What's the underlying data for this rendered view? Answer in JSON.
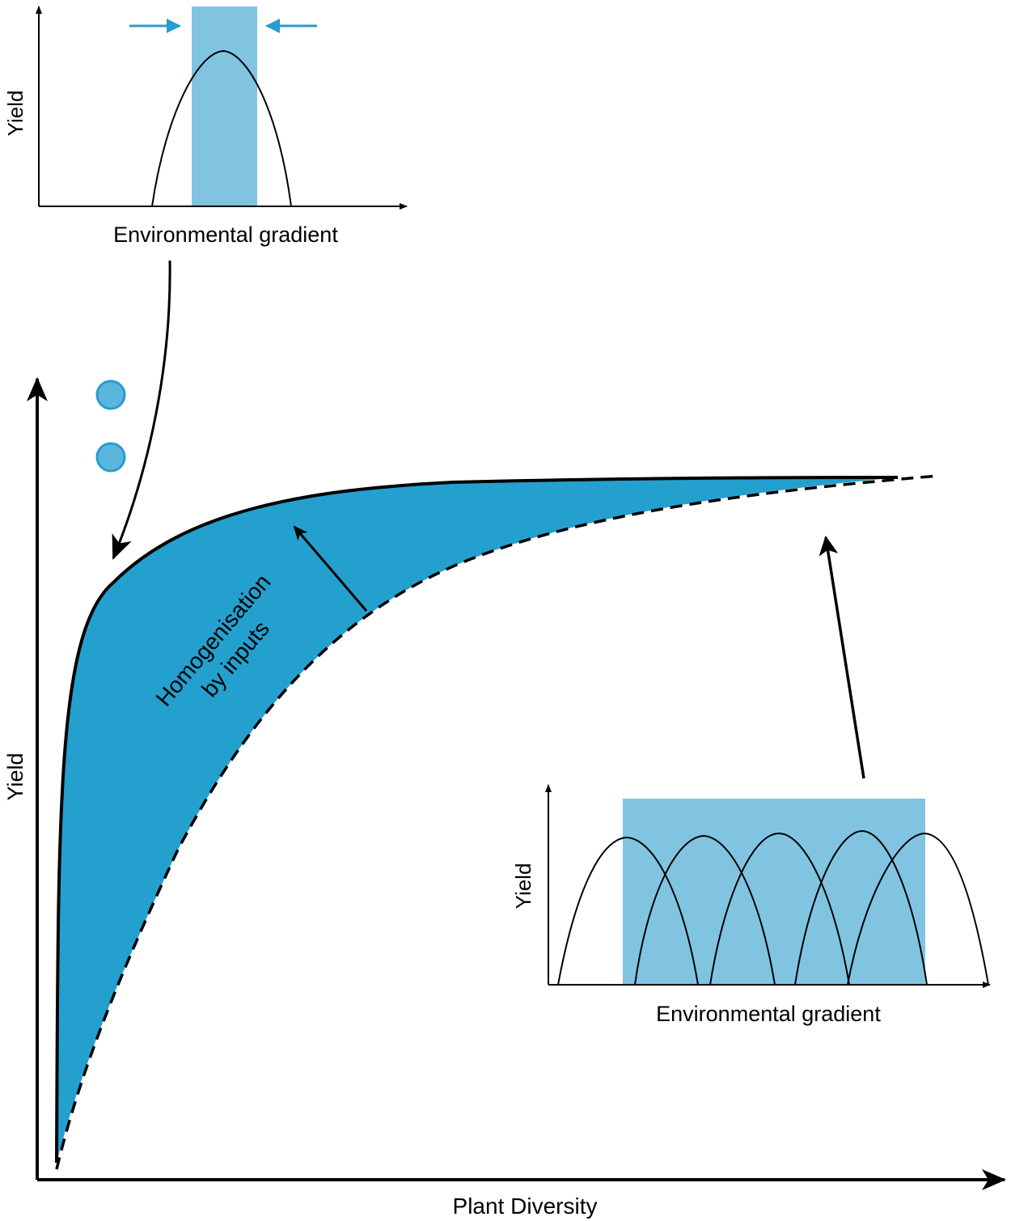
{
  "colors": {
    "fill_dark": "#24a0cf",
    "fill_light": "#80c4e2",
    "marker_fill": "#5bb6de",
    "marker_stroke": "#2a9bd0",
    "arrow_accent": "#2a9bd0",
    "ink": "#000000"
  },
  "top_inset": {
    "y_label": "Yield",
    "x_label": "Environmental gradient",
    "curve_count": 1,
    "band": "narrow",
    "arrows": "converging"
  },
  "main": {
    "y_label": "Yield",
    "x_label": "Plant Diversity",
    "annotation_line1": "Homogenisation",
    "annotation_line2": "by inputs",
    "markers": 2
  },
  "bottom_inset": {
    "y_label": "Yield",
    "x_label": "Environmental gradient",
    "curve_count": 5,
    "band": "wide"
  }
}
